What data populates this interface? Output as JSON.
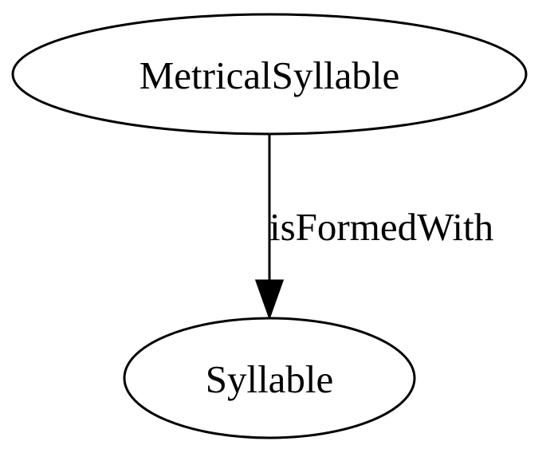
{
  "diagram": {
    "nodes": {
      "source": {
        "label": "MetricalSyllable"
      },
      "target": {
        "label": "Syllable"
      }
    },
    "edges": [
      {
        "from": "source",
        "to": "target",
        "label": "isFormedWith"
      }
    ],
    "colors": {
      "stroke": "#000000",
      "fill": "#ffffff",
      "text": "#000000"
    }
  }
}
